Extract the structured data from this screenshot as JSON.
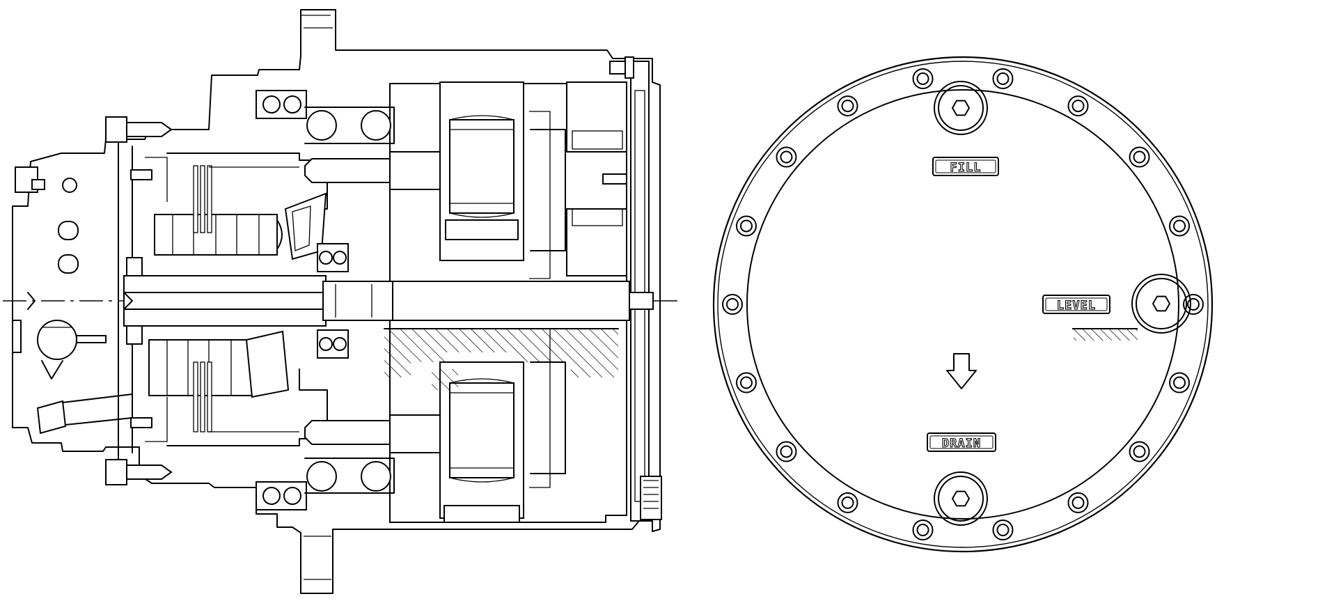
{
  "labels": {
    "fill": "FILL",
    "level": "LEVEL",
    "drain": "DRAIN"
  },
  "icons": {
    "flow": "down-arrow-icon",
    "plug": "hex-socket-plug-icon",
    "bolt": "bolt-icon"
  },
  "colors": {
    "line": "#000000",
    "background": "#ffffff"
  }
}
